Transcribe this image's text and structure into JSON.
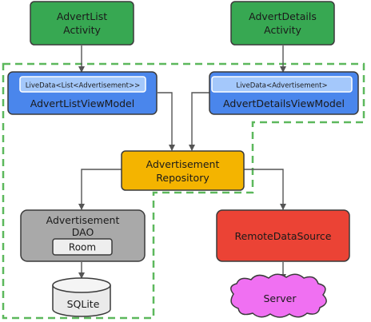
{
  "colors": {
    "activity": "#37a852",
    "viewmodel": "#4a86ec",
    "livedata": "#a4c8fb",
    "repository": "#f4b400",
    "dao": "#a9a9a9",
    "room": "#eeeeee",
    "sqlite": "#eaeaea",
    "remote": "#eb4335",
    "server": "#f070f2",
    "boundary": "#5cb85c",
    "arrow": "#555555"
  },
  "nodes": {
    "advert_list_activity": [
      "AdvertList",
      "Activity"
    ],
    "advert_details_activity": [
      "AdvertDetails",
      "Activity"
    ],
    "advert_list_viewmodel": "AdvertListViewModel",
    "advert_list_livedata": "LiveData<List<Advertisement>>",
    "advert_details_viewmodel": "AdvertDetailsViewModel",
    "advert_details_livedata": "LiveData<Advertisement>",
    "repository": [
      "Advertisement",
      "Repository"
    ],
    "dao": [
      "Advertisement",
      "DAO"
    ],
    "room": "Room",
    "sqlite": "SQLite",
    "remote_data_source": "RemoteDataSource",
    "server": "Server"
  }
}
